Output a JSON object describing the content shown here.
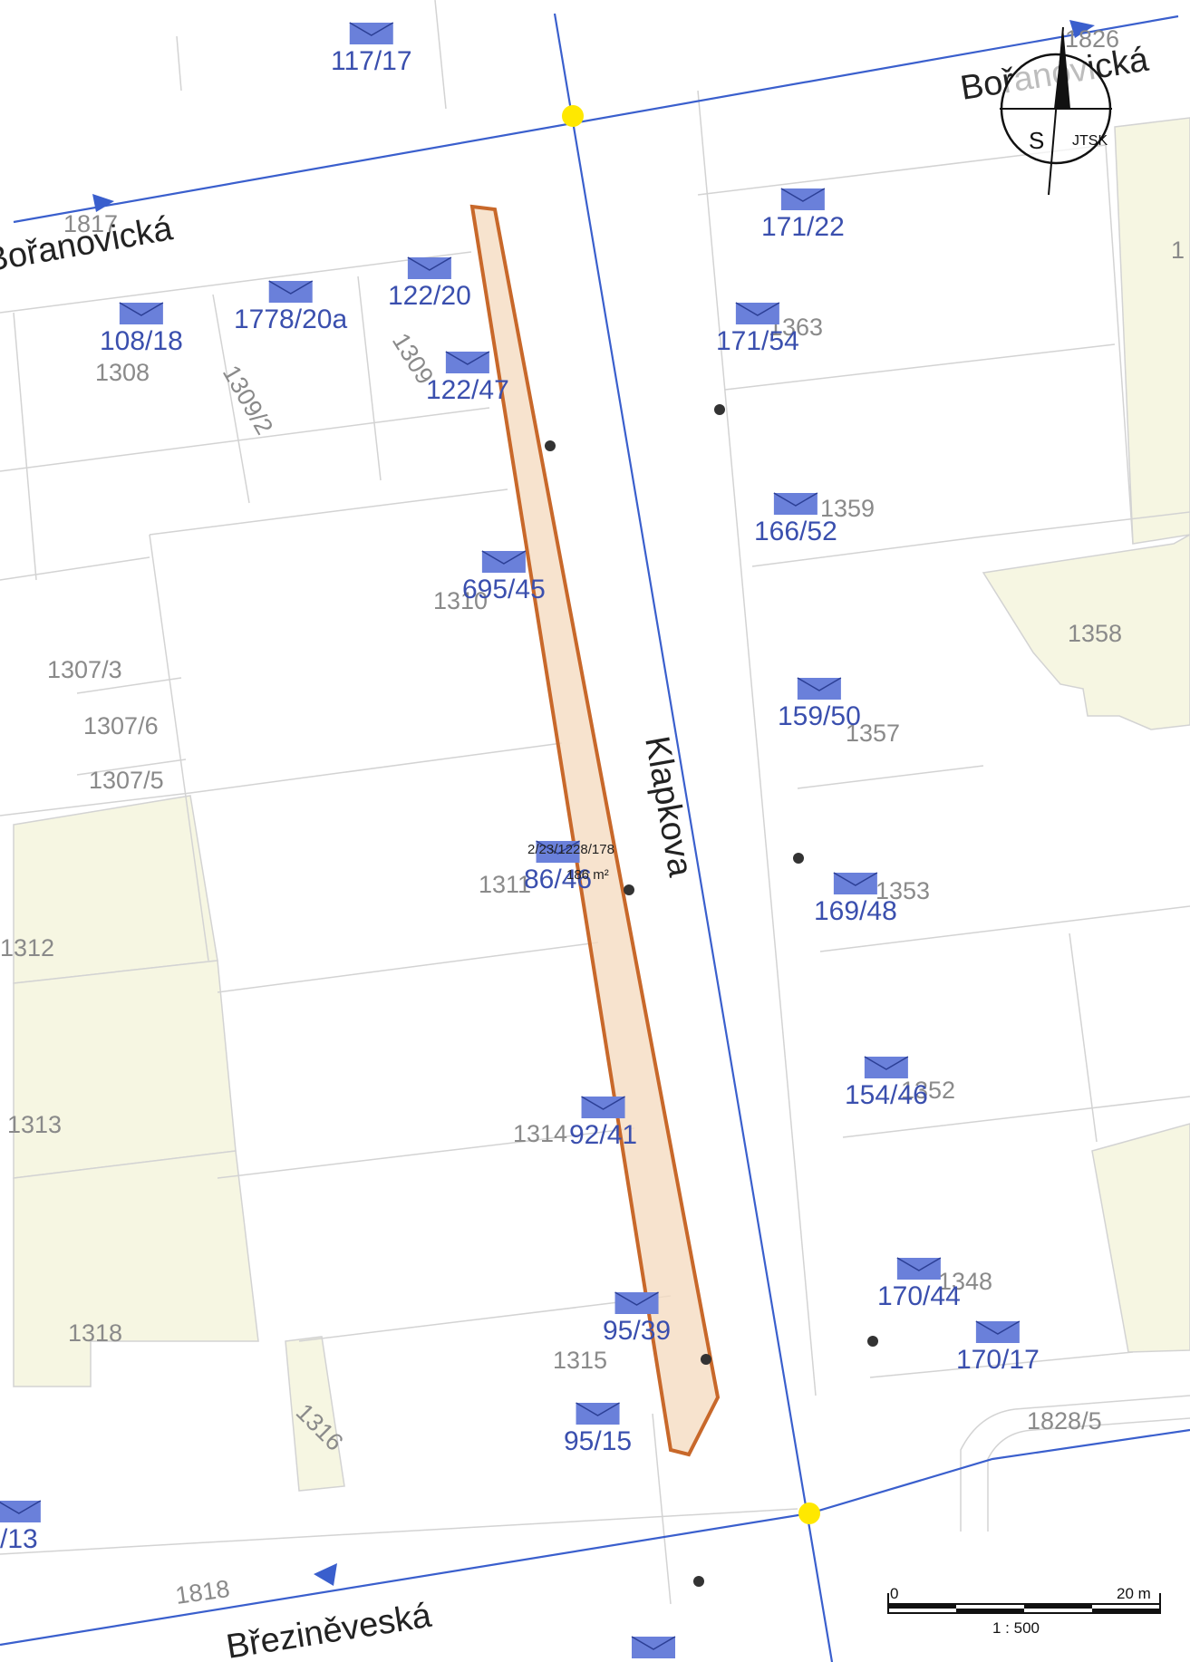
{
  "colors": {
    "street_line": "#3a5fcd",
    "parcel_line": "#d3d3d3",
    "building_fill": "#f6f6e2",
    "address_marker": "#6a80da",
    "address_text": "#3a4fae",
    "parcel_text": "#8a8a8a",
    "highlight_stroke": "#c8682a",
    "highlight_fill": "#f5dcc2",
    "junction": "#ffe800",
    "point": "#333333"
  },
  "streets": [
    {
      "id": "boranovicka-left",
      "name": "Bořanovická"
    },
    {
      "id": "boranovicka-right",
      "name": "Bořanovická"
    },
    {
      "id": "klapkova",
      "name": "Klapkova"
    },
    {
      "id": "brezineveska",
      "name": "Březiněveská"
    }
  ],
  "parcels": [
    "1817",
    "1308",
    "1309/2",
    "1309",
    "1310",
    "1307/3",
    "1307/6",
    "1307/5",
    "1311",
    "1312",
    "1313",
    "1314",
    "1318",
    "1316",
    "1315",
    "1826",
    "1363",
    "1359",
    "1358",
    "1357",
    "1353",
    "1352",
    "1348",
    "1828/5",
    "1818",
    "1"
  ],
  "addresses": [
    "117/17",
    "171/22",
    "122/20",
    "1778/20a",
    "108/18",
    "122/47",
    "171/54",
    "166/52",
    "695/45",
    "159/50",
    "86/46",
    "169/48",
    "154/46",
    "92/41",
    "170/44",
    "95/39",
    "170/17",
    "95/15",
    "/13"
  ],
  "selected_parcel": {
    "id": "2/23/1228/178",
    "area": "186 m²"
  },
  "compass": {
    "north": "S",
    "system": "JTSK"
  },
  "scale": {
    "zero": "0",
    "end": "20 m",
    "ratio": "1 : 500"
  }
}
